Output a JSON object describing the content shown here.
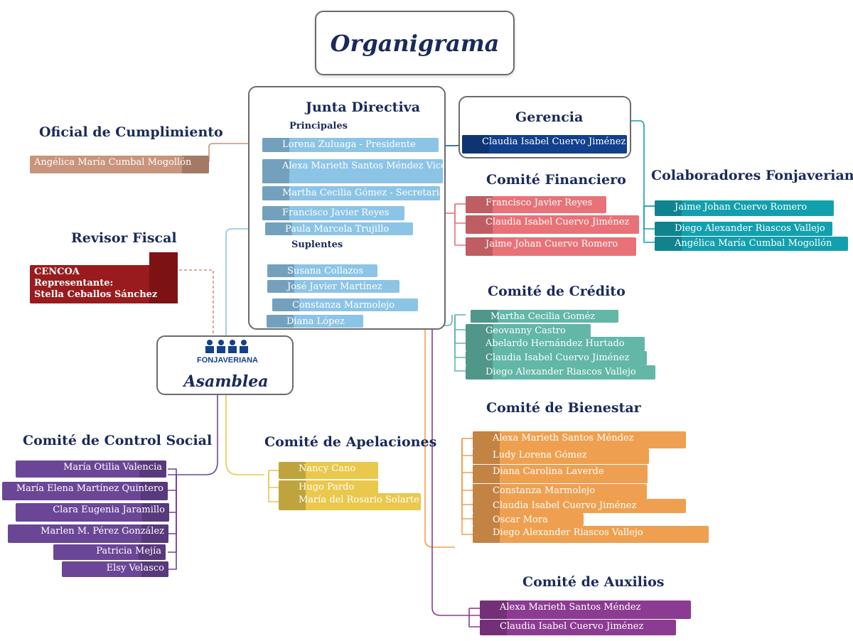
{
  "title": "Organigrama",
  "asamblea": {
    "logo_text": "FONJAVERIANA",
    "label": "Asamblea"
  },
  "junta": {
    "title": "Junta Directiva",
    "principales_label": "Principales",
    "principales": [
      "Lorena Zuluaga - Presidente",
      "Alexa Marieth Santos Méndez Vicepresidente",
      "Martha Cecilia Gómez - Secretaria",
      "Francisco Javier Reyes",
      "Paula Marcela Trujillo"
    ],
    "suplentes_label": "Suplentes",
    "suplentes": [
      "Susana Collazos",
      "José Javier Martínez",
      "Constanza Marmolejo",
      "Diana López"
    ]
  },
  "gerencia": {
    "title": "Gerencia",
    "members": [
      "Claudia Isabel Cuervo Jiménez"
    ]
  },
  "oficial": {
    "title": "Oficial de Cumplimiento",
    "members": [
      "Angélica María Cumbal Mogollón"
    ]
  },
  "revisor": {
    "title": "Revisor Fiscal",
    "lines": [
      "CENCOA",
      "Representante:",
      "Stella Ceballos Sánchez"
    ]
  },
  "colaboradores": {
    "title": "Colaboradores Fonjaveriana",
    "members": [
      "Jaime Johan Cuervo Romero",
      "Diego Alexander Riascos Vallejo",
      "Angélica María Cumbal Mogollón"
    ]
  },
  "financiero": {
    "title": "Comité Financiero",
    "members": [
      "Francisco Javier Reyes",
      "Claudia Isabel Cuervo Jiménez",
      "Jaime Johan Cuervo Romero"
    ]
  },
  "credito": {
    "title": "Comité de Crédito",
    "members": [
      "Martha Cecilia Goméz",
      "Geovanny Castro",
      "Abelardo Hernández Hurtado",
      "Claudia Isabel Cuervo Jiménez",
      "Diego Alexander Riascos Vallejo"
    ]
  },
  "bienestar": {
    "title": "Comité de Bienestar",
    "members": [
      "Alexa Marieth Santos Méndez",
      "Ludy Lorena Gómez",
      "Diana Carolina Laverde",
      "Constanza Marmolejo",
      "Claudia Isabel Cuervo Jiménez",
      "Oscar Mora",
      "Diego Alexander Riascos Vallejo"
    ]
  },
  "auxilios": {
    "title": "Comité de Auxilios",
    "members": [
      "Alexa Marieth Santos Méndez",
      "Claudia Isabel Cuervo Jiménez"
    ]
  },
  "control": {
    "title": "Comité de Control Social",
    "members": [
      "María Otilia Valencia",
      "María Elena Martínez Quintero",
      "Clara Eugenia Jaramillo",
      "Marlen M. Pérez González",
      "Patricia Mejía",
      "Elsy Velasco"
    ]
  },
  "apelaciones": {
    "title": "Comité de Apelaciones",
    "members": [
      "Nancy Cano",
      "Hugo Pardo",
      "María del Rosario Solarte"
    ]
  },
  "colors": {
    "navy": "#1a2a5a",
    "junta": "#8cc4e6",
    "junta_dark": "#5aa7d6",
    "gerencia": "#12408c",
    "oficial": "#c8947c",
    "revisor": "#991b1e",
    "colaboradores": "#13a0ae",
    "financiero": "#e87278",
    "credito": "#62b7a7",
    "bienestar": "#eea050",
    "auxilios": "#8c3b92",
    "control": "#6b4697",
    "apelaciones": "#e9c84b"
  }
}
